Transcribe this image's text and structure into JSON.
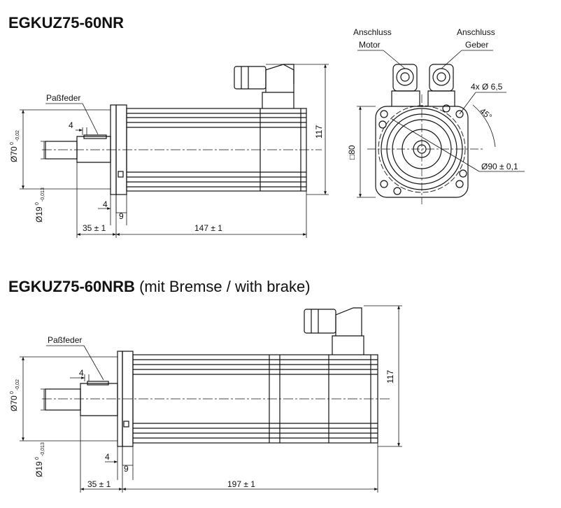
{
  "drawing1": {
    "title": "EGKUZ75-60NR",
    "pafeder": "Paßfeder",
    "key_width": "4",
    "flange_dia": "Ø70",
    "flange_tol_upper": "0",
    "flange_tol_lower": "-0,02",
    "shaft_dia": "Ø19",
    "shaft_tol_upper": "0",
    "shaft_tol_lower": "-0,013",
    "flange_thk": "4",
    "flange_len": "9",
    "shaft_len": "35 ± 1",
    "body_len": "147 ± 1",
    "height": "117",
    "anschluss_motor_1": "Anschluss",
    "anschluss_motor_2": "Motor",
    "anschluss_geber_1": "Anschluss",
    "anschluss_geber_2": "Geber",
    "holes": "4x Ø 6,5",
    "angle": "45°",
    "square": "□80",
    "pcd": "Ø90 ± 0,1"
  },
  "drawing2": {
    "title": "EGKUZ75-60NRB",
    "subtitle": "(mit Bremse / with brake)",
    "pafeder": "Paßfeder",
    "key_width": "4",
    "flange_dia": "Ø70",
    "flange_tol_upper": "0",
    "flange_tol_lower": "-0,02",
    "shaft_dia": "Ø19",
    "shaft_tol_upper": "0",
    "shaft_tol_lower": "-0,013",
    "flange_thk": "4",
    "flange_len": "9",
    "shaft_len": "35 ± 1",
    "body_len": "197 ± 1",
    "height": "117"
  }
}
